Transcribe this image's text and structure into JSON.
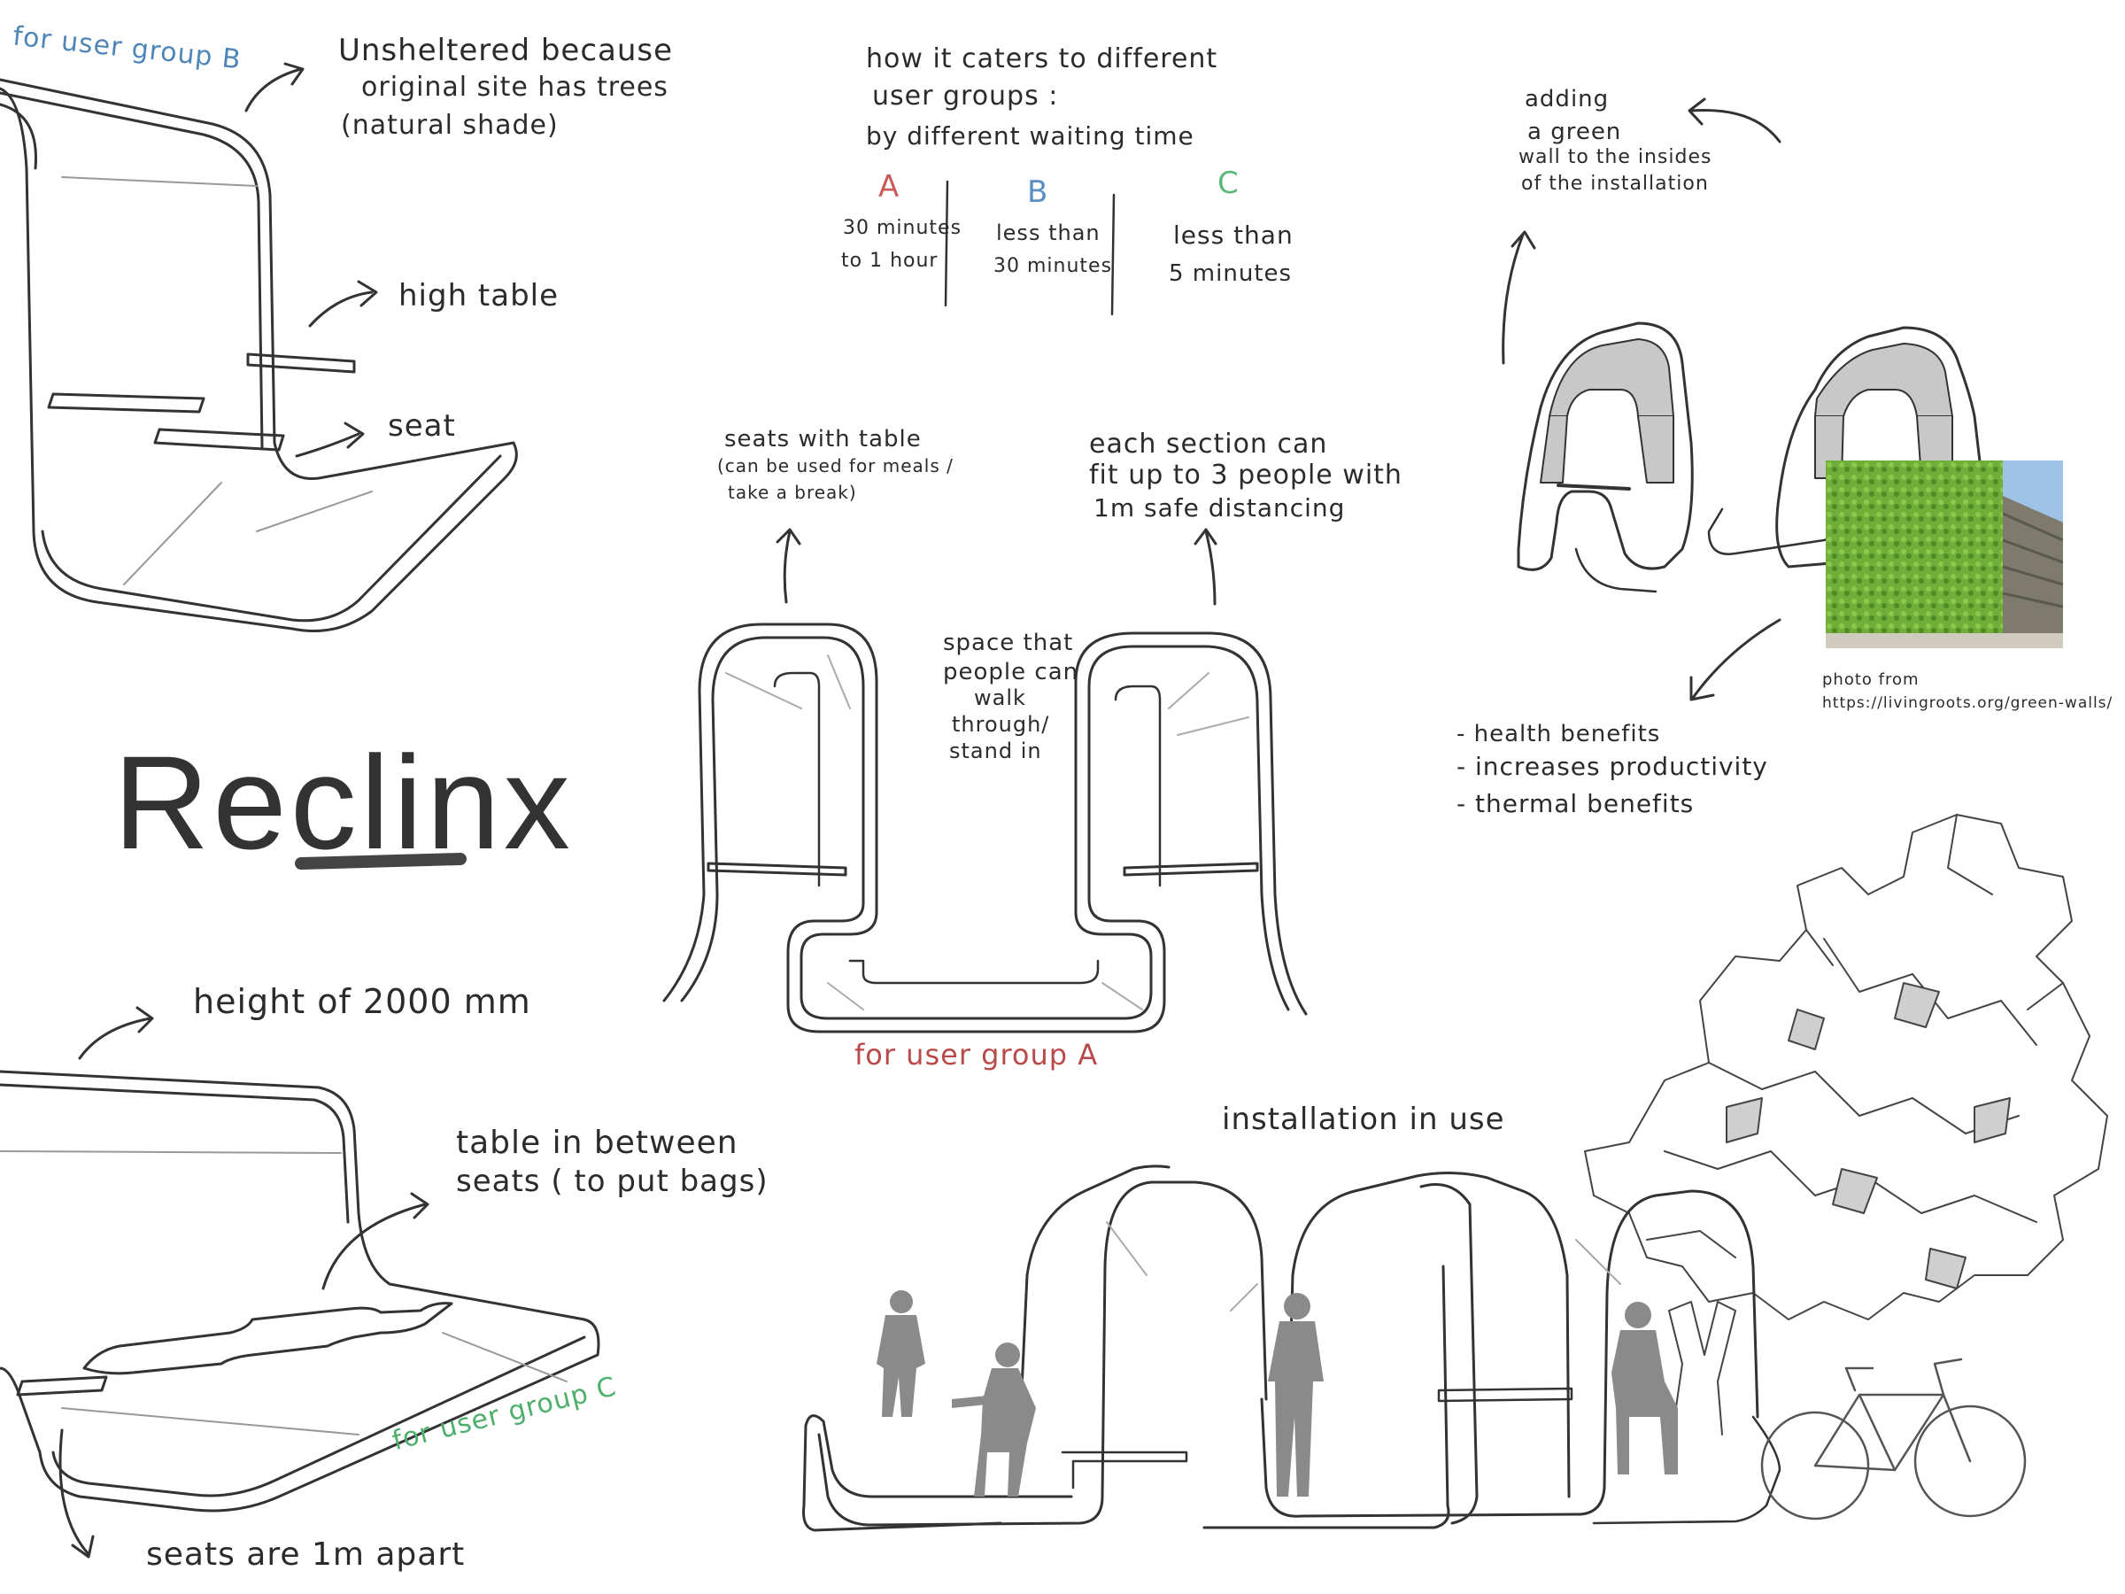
{
  "title": "Reclinx",
  "group_b_label": "for user group B",
  "unsheltered": [
    "Unsheltered because",
    "original site has trees",
    "(natural shade)"
  ],
  "high_table": "high table",
  "seat": "seat",
  "caters": [
    "how it caters to different",
    "user groups :",
    "by different waiting time"
  ],
  "groups": [
    {
      "letter": "A",
      "line1": "30 minutes",
      "line2": "to 1 hour",
      "color": "#c95a5a"
    },
    {
      "letter": "B",
      "line1": "less than",
      "line2": "30 minutes",
      "color": "#5b8ec2"
    },
    {
      "letter": "C",
      "line1": "less than",
      "line2": "5 minutes",
      "color": "#5cb87a"
    }
  ],
  "green_wall": [
    "adding",
    "a green",
    "wall to the insides",
    "of the installation"
  ],
  "photo_credit": [
    "photo from",
    "https://livingroots.org/green-walls/"
  ],
  "benefits": [
    "- health benefits",
    "- increases productivity",
    "- thermal benefits"
  ],
  "seats_table": [
    "seats with table",
    "(can be used for meals /",
    "take a break)"
  ],
  "section": [
    "each section can",
    "fit up to 3 people with",
    "1m safe distancing"
  ],
  "walk_space": [
    "space that",
    "people can",
    "walk",
    "through/",
    "stand in"
  ],
  "group_a_label": "for user group A",
  "height": "height of 2000 mm",
  "table_between": [
    "table in between",
    "seats ( to put bags)"
  ],
  "group_c_label": "for user group C",
  "seats_apart": "seats are 1m apart",
  "installation": "installation in use",
  "colors": {
    "ink": "#333333",
    "blue": "#4f86b8",
    "red": "#b84a4a",
    "green": "#4caf6a",
    "wall": "#c8c8c8",
    "figure": "#8a8a8a"
  }
}
